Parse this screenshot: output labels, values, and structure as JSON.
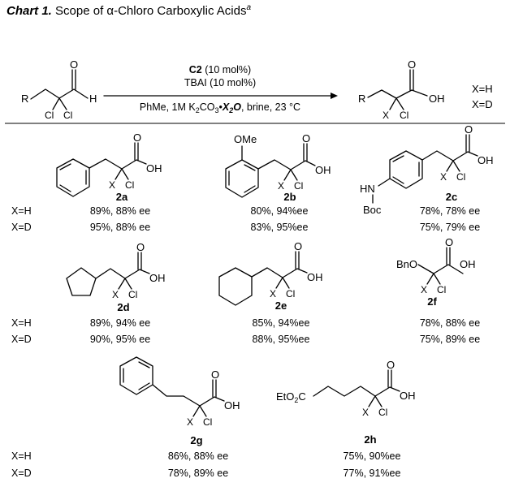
{
  "caption": {
    "label": "Chart 1.",
    "title": "Scope of α-Chloro Carboxylic Acids",
    "footnote_mark": "a"
  },
  "scheme": {
    "catalyst": "C2",
    "catalyst_loading": " (10 mol%)",
    "additive": "TBAI (10 mol%)",
    "conditions_pre": "PhMe, 1M K",
    "conditions_sub2": "2",
    "conditions_co": "CO",
    "conditions_sub3": "3",
    "conditions_dot": "•",
    "conditions_x": "X",
    "conditions_o": "O",
    "conditions_post": ", brine, 23 °C",
    "substituent_r": "R",
    "x_eq_h": "X=H",
    "x_eq_d": "X=D"
  },
  "atoms": {
    "O": "O",
    "H": "H",
    "OH": "OH",
    "Cl": "Cl",
    "X": "X",
    "OMe": "OMe",
    "HN": "HN",
    "Boc": "Boc",
    "BnO": "BnO",
    "EtO2C_main": "EtO",
    "EtO2C_sub": "2",
    "EtO2C_c": "C"
  },
  "row_labels": {
    "h": "X=H",
    "d": "X=D"
  },
  "compounds": [
    {
      "id": "2a",
      "yield_h": "89%, 88% ee",
      "yield_d": "95%, 88% ee"
    },
    {
      "id": "2b",
      "yield_h": "80%, 94%ee",
      "yield_d": "83%, 95%ee"
    },
    {
      "id": "2c",
      "yield_h": "78%, 78% ee",
      "yield_d": "75%, 79% ee"
    },
    {
      "id": "2d",
      "yield_h": "89%, 94% ee",
      "yield_d": "90%, 95% ee"
    },
    {
      "id": "2e",
      "yield_h": "85%, 94%ee",
      "yield_d": "88%, 95%ee"
    },
    {
      "id": "2f",
      "yield_h": "78%, 88% ee",
      "yield_d": "75%, 89% ee"
    },
    {
      "id": "2g",
      "yield_h": "86%, 88% ee",
      "yield_d": "78%, 89% ee"
    },
    {
      "id": "2h",
      "yield_h": "75%, 90%ee",
      "yield_d": "77%, 91%ee"
    }
  ]
}
